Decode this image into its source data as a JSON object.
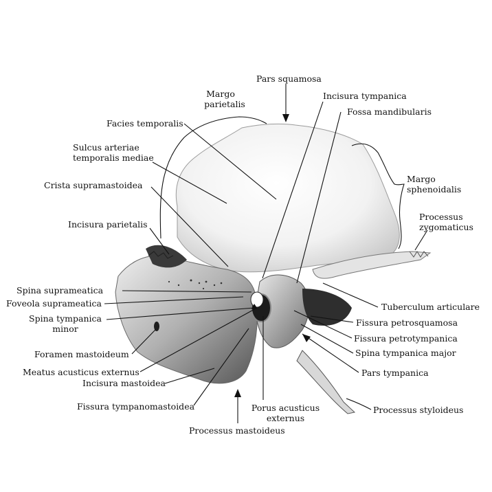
{
  "labels": {
    "pars_squamosa": "Pars squamosa",
    "margo_parietalis_1": "Margo",
    "margo_parietalis_2": "parietalis",
    "incisura_tympanica": "Incisura tympanica",
    "fossa_mandibularis": "Fossa mandibularis",
    "facies_temporalis": "Facies temporalis",
    "sulcus_1": "Sulcus arteriae",
    "sulcus_2": "temporalis mediae",
    "crista_supramastoidea": "Crista supramastoidea",
    "margo_sphenoidalis_1": "Margo",
    "margo_sphenoidalis_2": "sphenoidalis",
    "processus_zygomaticus_1": "Processus",
    "processus_zygomaticus_2": "zygomaticus",
    "incisura_parietalis": "Incisura parietalis",
    "spina_suprameatica": "Spina suprameatica",
    "foveola_suprameatica": "Foveola suprameatica",
    "spina_tympanica_minor_1": "Spina tympanica",
    "spina_tympanica_minor_2": "minor",
    "tuberculum_articulare": "Tuberculum articulare",
    "fissura_petrosquamosa": "Fissura petrosquamosa",
    "fissura_petrotympanica": "Fissura petrotympanica",
    "spina_tympanica_major": "Spina tympanica major",
    "foramen_mastoideum": "Foramen mastoideum",
    "pars_tympanica": "Pars tympanica",
    "meatus_acusticus_externus": "Meatus acusticus externus",
    "incisura_mastoidea": "Incisura mastoidea",
    "processus_styloideus": "Processus styloideus",
    "fissura_tympanomastoidea": "Fissura tympanomastoidea",
    "porus_1": "Porus acusticus",
    "porus_2": "externus",
    "processus_mastoideus": "Processus mastoideus"
  }
}
